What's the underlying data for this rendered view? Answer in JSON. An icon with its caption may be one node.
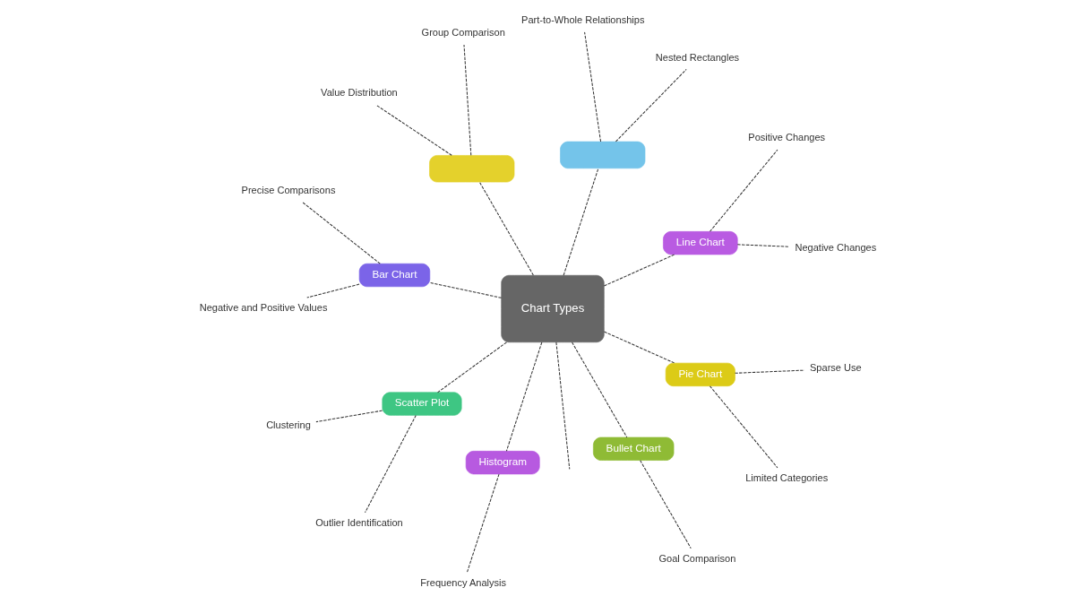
{
  "diagram": {
    "nodes": [
      {
        "text": [],
        "shape": "box"
      },
      {
        "text": [],
        "shape": "box"
      },
      {
        "text": [
          "Group Comparison"
        ]
      },
      {
        "text": [
          "Part-to-Whole Relationships"
        ]
      },
      {
        "text": [
          "Value Distribution"
        ]
      },
      {
        "text": [
          "Nested Rectangles"
        ]
      },
      {
        "text": [
          "Bar Chart"
        ]
      },
      {
        "text": [
          "Line Chart"
        ]
      },
      {
        "text": [
          "Chart Types"
        ]
      },
      {
        "text": [
          "Precise Comparisons"
        ]
      },
      {
        "text": [
          "Positive Changes"
        ]
      },
      {
        "text": [
          "Negative and Positive Values"
        ]
      },
      {
        "text": [
          "Negative Changes"
        ]
      },
      {
        "text": [
          "Scatter Plot"
        ]
      },
      {
        "text": [
          "Pie Chart"
        ]
      },
      {
        "text": [
          "Clustering"
        ]
      },
      {
        "text": [
          "Sparse Use"
        ]
      },
      {
        "text": [
          "Outlier Identification"
        ]
      },
      {
        "text": [
          "Limited Categories"
        ]
      },
      {
        "text": [
          "Histogram"
        ]
      },
      {
        "text": [
          "Bullet Chart"
        ]
      },
      {
        "text": [
          "Frequency Analysis"
        ]
      },
      {
        "text": [
          "Goal Comparison"
        ]
      }
    ],
    "edges": [
      {
        "from": 8,
        "to": 0,
        "arrow": "none",
        "style": "dashed"
      },
      {
        "from": 8,
        "to": 1,
        "arrow": "none",
        "style": "dashed"
      },
      {
        "from": 8,
        "to": 6,
        "arrow": "none",
        "style": "dashed"
      },
      {
        "from": 8,
        "to": 7,
        "arrow": "none",
        "style": "dashed"
      },
      {
        "from": 8,
        "to": 13,
        "arrow": "none",
        "style": "dashed"
      },
      {
        "from": 8,
        "to": 14,
        "arrow": "none",
        "style": "dashed"
      },
      {
        "from": 8,
        "to": 19,
        "arrow": "none",
        "style": "dashed"
      },
      {
        "from": 8,
        "to": 20,
        "arrow": "none",
        "style": "dashed"
      },
      {
        "from": 8,
        "to": null,
        "arrow": "none",
        "style": "dashed"
      },
      {
        "from": 0,
        "to": 2,
        "arrow": "none",
        "style": "dashed"
      },
      {
        "from": 0,
        "to": 4,
        "arrow": "none",
        "style": "dashed"
      },
      {
        "from": 1,
        "to": 3,
        "arrow": "none",
        "style": "dashed"
      },
      {
        "from": 1,
        "to": 5,
        "arrow": "none",
        "style": "dashed"
      },
      {
        "from": 6,
        "to": 9,
        "arrow": "none",
        "style": "dashed"
      },
      {
        "from": 6,
        "to": 11,
        "arrow": "none",
        "style": "dashed"
      },
      {
        "from": 7,
        "to": 10,
        "arrow": "none",
        "style": "dashed"
      },
      {
        "from": 7,
        "to": 12,
        "arrow": "none",
        "style": "dashed"
      },
      {
        "from": 13,
        "to": 15,
        "arrow": "none",
        "style": "dashed"
      },
      {
        "from": 13,
        "to": 17,
        "arrow": "none",
        "style": "dashed"
      },
      {
        "from": 14,
        "to": 16,
        "arrow": "none",
        "style": "dashed"
      },
      {
        "from": 14,
        "to": 18,
        "arrow": "none",
        "style": "dashed"
      },
      {
        "from": 19,
        "to": 21,
        "arrow": "none",
        "style": "dashed"
      },
      {
        "from": 20,
        "to": 22,
        "arrow": "none",
        "style": "dashed"
      }
    ]
  }
}
